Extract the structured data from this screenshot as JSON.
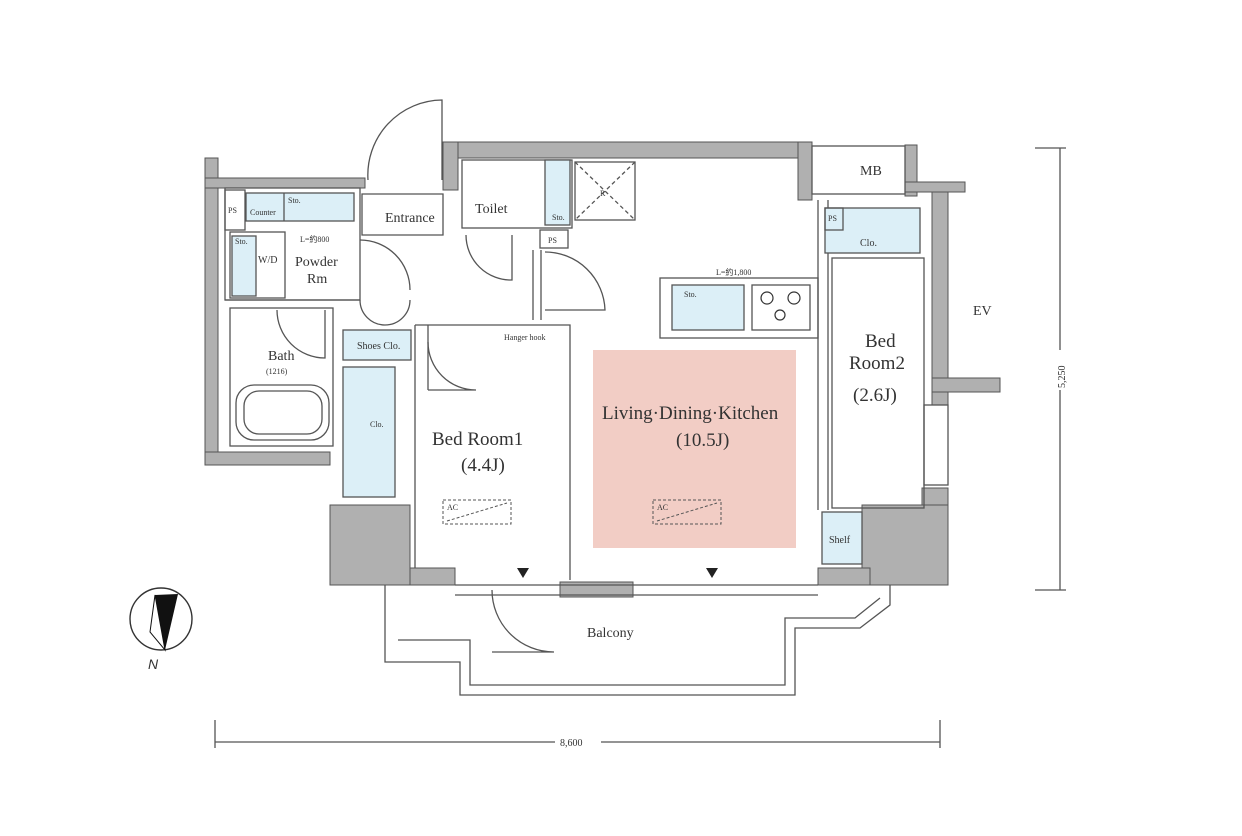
{
  "rooms": {
    "mb": "MB",
    "ps_left": "PS",
    "ps_center": "PS",
    "ps_right": "PS",
    "counter": "Counter",
    "sto_counter": "Sto.",
    "l_counter": "L=約800",
    "entrance": "Entrance",
    "toilet": "Toilet",
    "sto_toilet": "Sto.",
    "r_box": "R",
    "sto_wd": "Sto.",
    "wd": "W/D",
    "powder_1": "Powder",
    "powder_2": "Rm",
    "bath_1": "Bath",
    "bath_2": "(1216)",
    "shoes": "Shoes Clo.",
    "hanger": "Hanger hook",
    "clo_left": "Clo.",
    "clo_right": "Clo.",
    "bed1_name": "Bed Room1",
    "bed1_size": "(4.4J)",
    "ldk_name": "Living·Dining·Kitchen",
    "ldk_size": "(10.5J)",
    "bed2_line1": "Bed",
    "bed2_line2": "Room2",
    "bed2_size": "(2.6J)",
    "kitchen_len": "L=約1,800",
    "sto_kitchen": "Sto.",
    "ac_1": "AC",
    "ac_2": "AC",
    "shelf": "Shelf",
    "balcony": "Balcony",
    "ev": "EV"
  },
  "dimensions": {
    "width": "8,600",
    "depth": "5,250"
  },
  "compass": {
    "label": "N"
  },
  "colors": {
    "wall": "#b0b0b0",
    "storage_fill": "#dceff7",
    "ldk_highlight": "#f2cdc5"
  }
}
